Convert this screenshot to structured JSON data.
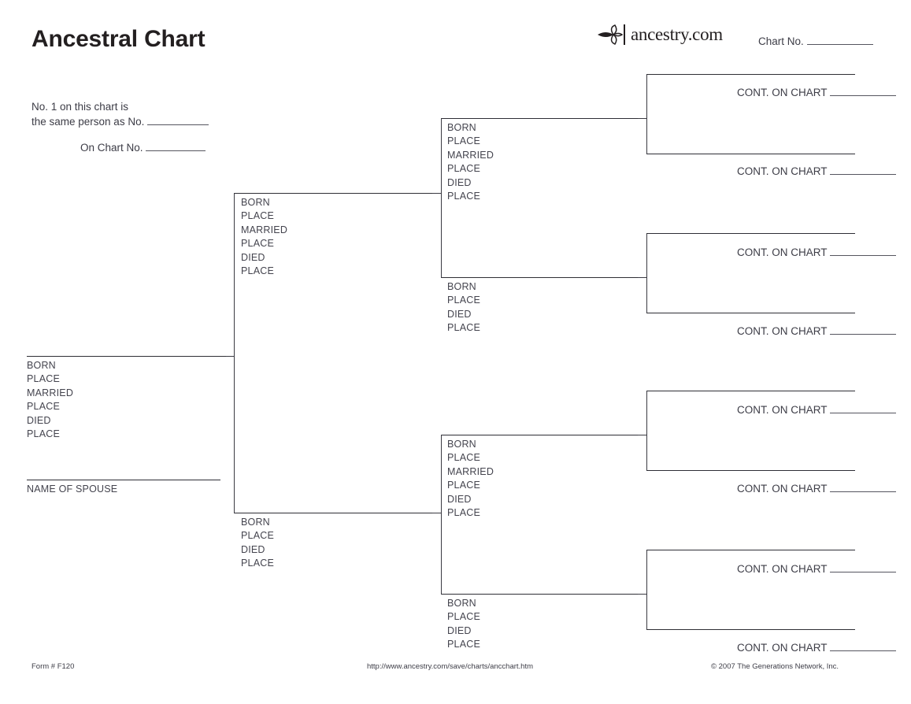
{
  "header": {
    "title": "Ancestral Chart",
    "logo_icon": "ancestry-leaf-icon",
    "logo_text": "ancestry.com",
    "chart_no_label": "Chart No."
  },
  "note": {
    "line1": "No. 1 on this chart is",
    "line2": "the same person as No.",
    "line3": "On Chart No."
  },
  "labels": {
    "born": "BORN",
    "place": "PLACE",
    "married": "MARRIED",
    "died": "DIED",
    "spouse": "NAME OF SPOUSE",
    "cont_on_chart": "CONT. ON CHART"
  },
  "generations": {
    "gen1": {
      "person": {
        "name": "",
        "fields": [
          "BORN",
          "PLACE",
          "MARRIED",
          "PLACE",
          "DIED",
          "PLACE"
        ],
        "spouse_label": "NAME OF SPOUSE"
      }
    },
    "gen2": [
      {
        "role": "father",
        "name": "",
        "fields": [
          "BORN",
          "PLACE",
          "MARRIED",
          "PLACE",
          "DIED",
          "PLACE"
        ]
      },
      {
        "role": "mother",
        "name": "",
        "fields": [
          "BORN",
          "PLACE",
          "DIED",
          "PLACE"
        ]
      }
    ],
    "gen3": [
      {
        "role": "paternal-grandfather",
        "name": "",
        "fields": [
          "BORN",
          "PLACE",
          "MARRIED",
          "PLACE",
          "DIED",
          "PLACE"
        ]
      },
      {
        "role": "paternal-grandmother",
        "name": "",
        "fields": [
          "BORN",
          "PLACE",
          "DIED",
          "PLACE"
        ]
      },
      {
        "role": "maternal-grandfather",
        "name": "",
        "fields": [
          "BORN",
          "PLACE",
          "MARRIED",
          "PLACE",
          "DIED",
          "PLACE"
        ]
      },
      {
        "role": "maternal-grandmother",
        "name": "",
        "fields": [
          "BORN",
          "PLACE",
          "DIED",
          "PLACE"
        ]
      }
    ],
    "gen4": [
      {
        "role": "great-grandparent-1",
        "cont_label": "CONT. ON CHART"
      },
      {
        "role": "great-grandparent-2",
        "cont_label": "CONT. ON CHART"
      },
      {
        "role": "great-grandparent-3",
        "cont_label": "CONT. ON CHART"
      },
      {
        "role": "great-grandparent-4",
        "cont_label": "CONT. ON CHART"
      },
      {
        "role": "great-grandparent-5",
        "cont_label": "CONT. ON CHART"
      },
      {
        "role": "great-grandparent-6",
        "cont_label": "CONT. ON CHART"
      },
      {
        "role": "great-grandparent-7",
        "cont_label": "CONT. ON CHART"
      },
      {
        "role": "great-grandparent-8",
        "cont_label": "CONT. ON CHART"
      }
    ]
  },
  "footer": {
    "form_no": "Form # F120",
    "url": "http://www.ancestry.com/save/charts/ancchart.htm",
    "copyright": "© 2007 The Generations Network, Inc."
  },
  "colors": {
    "ink": "#3c3c46",
    "rule": "#3a3a42",
    "title": "#231f20"
  }
}
